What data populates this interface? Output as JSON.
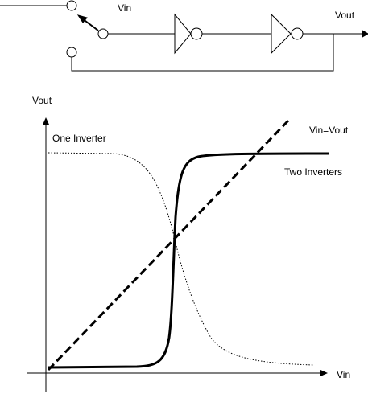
{
  "circuit": {
    "switch_input_label": "Vin",
    "output_label": "Vout"
  },
  "graph": {
    "y_axis_label": "Vout",
    "x_axis_label": "Vin",
    "curves": [
      {
        "id": "one-inverter",
        "label": "One Inverter",
        "style": "dotted"
      },
      {
        "id": "two-inverters",
        "label": "Two Inverters",
        "style": "thick-solid"
      },
      {
        "id": "vin-equals-vout",
        "label": "Vin=Vout",
        "style": "thick-dashed"
      }
    ]
  },
  "colors": {
    "ink": "#000000",
    "background": "#ffffff"
  }
}
